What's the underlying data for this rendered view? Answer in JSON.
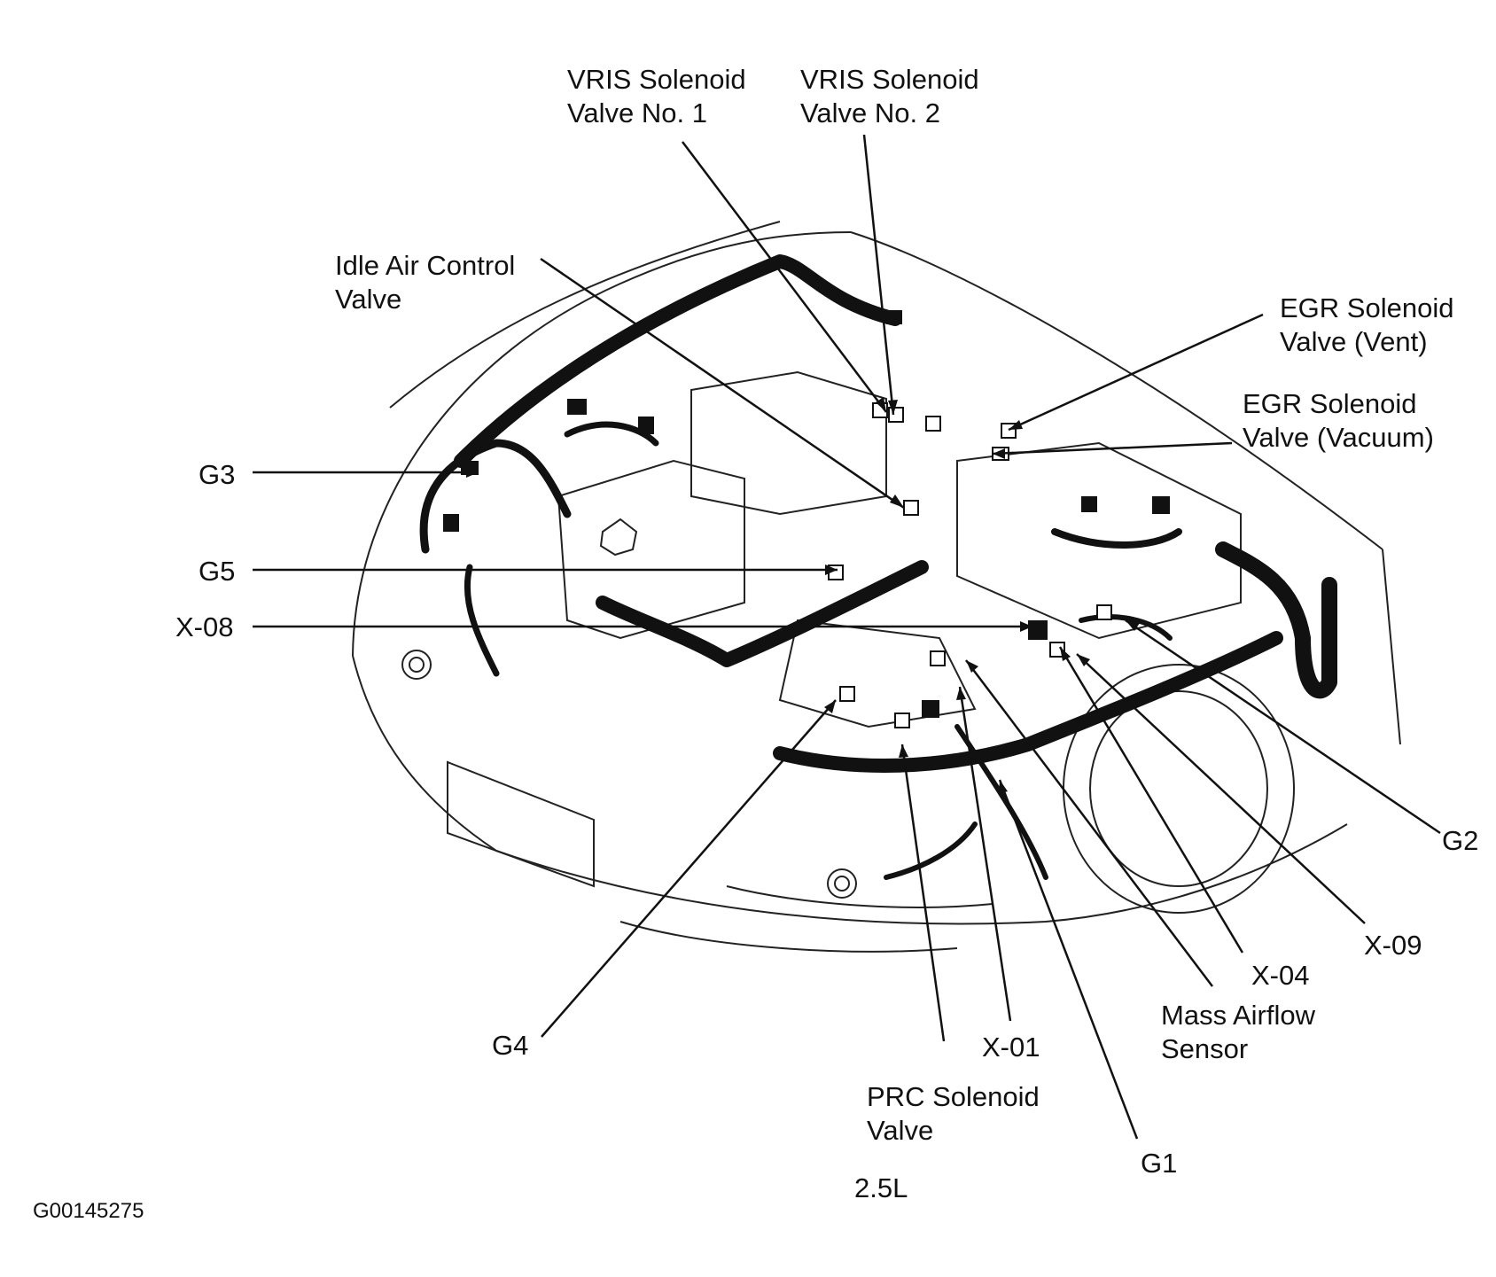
{
  "figure_id": "G00145275",
  "caption": "2.5L",
  "labels": {
    "vris1": [
      "VRIS Solenoid",
      "Valve No. 1"
    ],
    "vris2": [
      "VRIS Solenoid",
      "Valve No. 2"
    ],
    "iac": [
      "Idle Air Control",
      "Valve"
    ],
    "egr_vent": [
      "EGR Solenoid",
      "Valve (Vent)"
    ],
    "egr_vac": [
      "EGR Solenoid",
      "Valve (Vacuum)"
    ],
    "g3": "G3",
    "g5": "G5",
    "x08": "X-08",
    "g2": "G2",
    "x09": "X-09",
    "x04": "X-04",
    "maf": [
      "Mass Airflow",
      "Sensor"
    ],
    "g4": "G4",
    "x01": "X-01",
    "prc": [
      "PRC Solenoid",
      "Valve"
    ],
    "g1": "G1"
  }
}
